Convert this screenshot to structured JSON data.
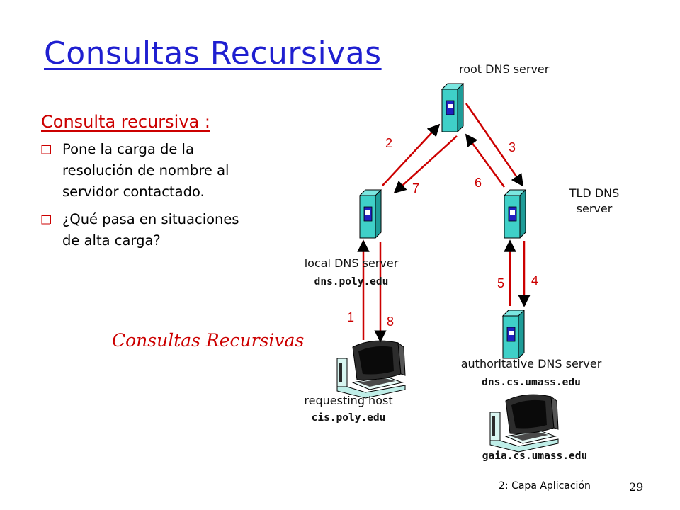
{
  "title": "Consultas Recursivas",
  "subtitle": "Consulta recursiva :",
  "bullets": [
    "Pone la carga de la resolución de nombre al servidor contactado.",
    "¿Qué pasa en situaciones de alta carga?"
  ],
  "caption": "Consultas Recursivas",
  "nodes": {
    "root": {
      "label": "root DNS server"
    },
    "tld": {
      "label_line1": "TLD DNS",
      "label_line2": "server"
    },
    "local": {
      "label": "local DNS server",
      "host": "dns.poly.edu"
    },
    "authoritative": {
      "label": "authoritative DNS server",
      "host": "dns.cs.umass.edu"
    },
    "requesting": {
      "label": "requesting host",
      "host": "cis.poly.edu"
    },
    "gaia": {
      "host": "gaia.cs.umass.edu"
    }
  },
  "steps": [
    "1",
    "2",
    "3",
    "4",
    "5",
    "6",
    "7",
    "8"
  ],
  "colors": {
    "title": "#1f1fd0",
    "accent": "#cc0000",
    "server_front": "#3fd0c8",
    "server_side": "#1e9c98"
  },
  "footer": {
    "text": "2: Capa Aplicación",
    "page": "29"
  }
}
